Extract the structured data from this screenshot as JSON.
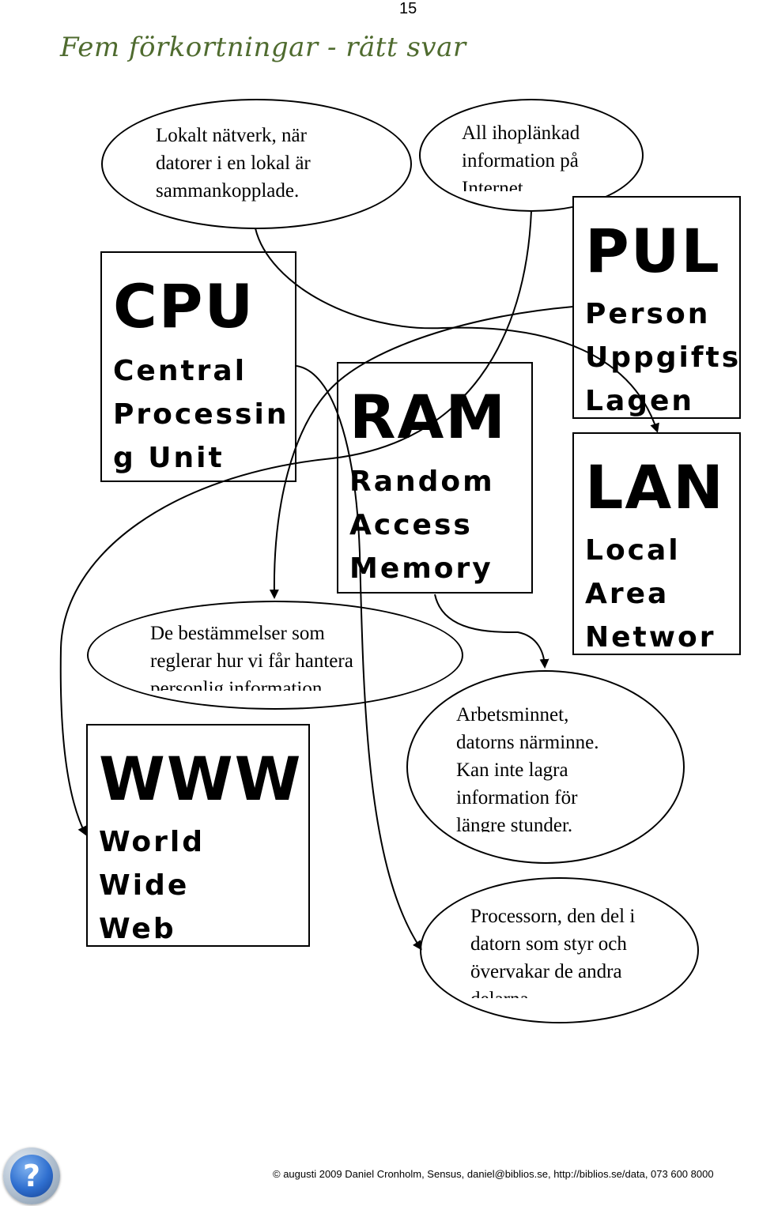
{
  "page_number": "15",
  "title": "Fem förkortningar - rätt svar",
  "definitions": {
    "lan": "Lokalt nätverk, när\ndatorer i en lokal är\nsammankopplade.",
    "www": "All ihoplänkad\ninformation på\nInternet.",
    "pul": "De bestämmelser som\nreglerar hur vi får hantera\npersonlig information.",
    "ram": "Arbetsminnet,\ndatorns närminne.\nKan inte lagra\ninformation för\nlängre stunder.",
    "cpu": "Processorn, den del i\ndatorn som styr och\növervakar de andra\ndelarna."
  },
  "terms": {
    "cpu": {
      "abbr": "CPU",
      "expansion": "Central\nProcessin\ng Unit"
    },
    "ram": {
      "abbr": "RAM",
      "expansion": "Random\nAccess\nMemory"
    },
    "pul": {
      "abbr": "PUL",
      "expansion": "Person\nUppgifts\nLagen"
    },
    "lan": {
      "abbr": "LAN",
      "expansion": "Local\nArea\nNetwor"
    },
    "www": {
      "abbr": "WWW",
      "expansion": "World\nWide\nWeb"
    }
  },
  "footer": "© augusti 2009 Daniel Cronholm, Sensus, daniel@biblios.se, http://biblios.se/data, 073 600 8000",
  "help_icon_glyph": "?"
}
